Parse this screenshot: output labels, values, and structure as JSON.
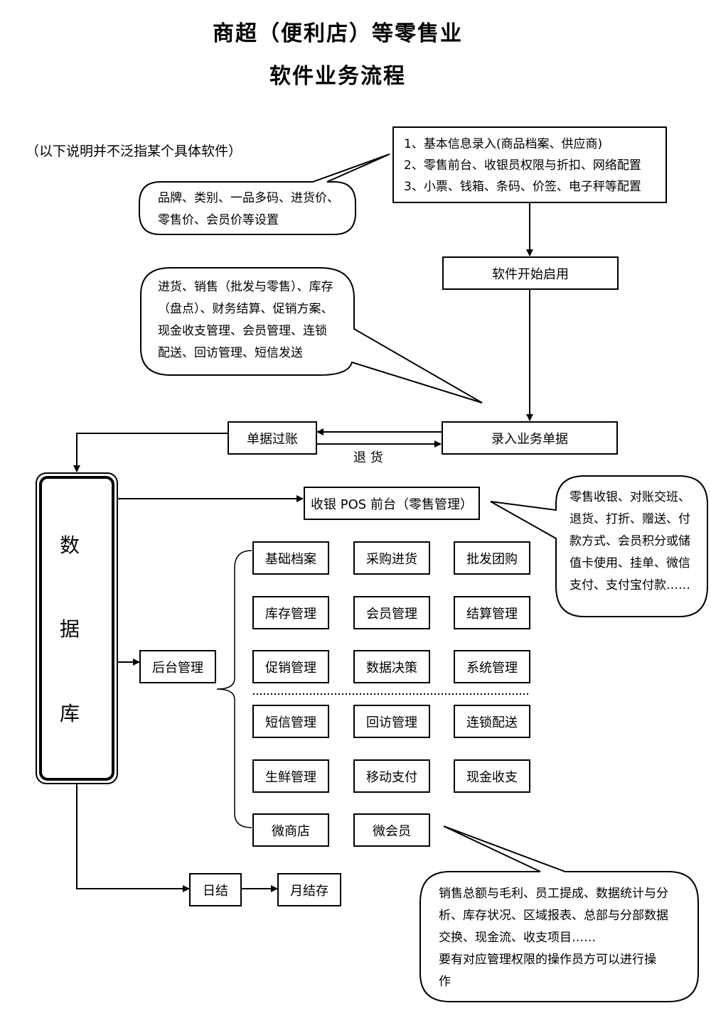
{
  "header": {
    "title_line1": "商超（便利店）等零售业",
    "title_line2": "软件业务流程",
    "note": "（以下说明并不泛指某个具体软件）"
  },
  "setup_box": {
    "lines": [
      "1、基本信息录入(商品档案、供应商)",
      "2、零售前台、收银员权限与折扣、网络配置",
      "3、小票、钱箱、条码、价签、电子秤等配置"
    ]
  },
  "callout_basic": {
    "lines": [
      "品牌、类别、一品多码、进货价、",
      "零售价、会员价等设置"
    ]
  },
  "callout_business": {
    "lines": [
      "进货、销售（批发与零售）、库存",
      "（盘点）、财务结算、促销方案、",
      "现金收支管理、会员管理、连锁",
      "配送、回访管理、短信发送"
    ]
  },
  "callout_pos": {
    "lines": [
      "零售收银、对账交班、",
      "退货、打折、赠送、付",
      "款方式、会员积分或储",
      "值卡使用、挂单、微信",
      "支付、支付宝付款……"
    ]
  },
  "callout_report": {
    "lines": [
      "销售总额与毛利、员工提成、数据统计与分",
      "析、库存状况、区域报表、总部与分部数据",
      "交换、现金流、收支项目……",
      "要有对应管理权限的操作员方可以进行操",
      "作"
    ]
  },
  "nodes": {
    "start": "软件开始启用",
    "entry": "录入业务单据",
    "posting": "单据过账",
    "return_label": "退   货",
    "pos": "收银 POS 前台（零售管理）",
    "backend": "后台管理",
    "daily": "日结",
    "monthly": "月结存"
  },
  "database": {
    "chars": [
      "数",
      "据",
      "库"
    ]
  },
  "modules": [
    [
      "基础档案",
      "采购进货",
      "批发团购"
    ],
    [
      "库存管理",
      "会员管理",
      "结算管理"
    ],
    [
      "促销管理",
      "数据决策",
      "系统管理"
    ],
    [
      "短信管理",
      "回访管理",
      "连锁配送"
    ],
    [
      "生鲜管理",
      "移动支付",
      "现金收支"
    ],
    [
      "微商店",
      "微会员"
    ]
  ],
  "colors": {
    "line": "#000000",
    "background": "#ffffff"
  }
}
